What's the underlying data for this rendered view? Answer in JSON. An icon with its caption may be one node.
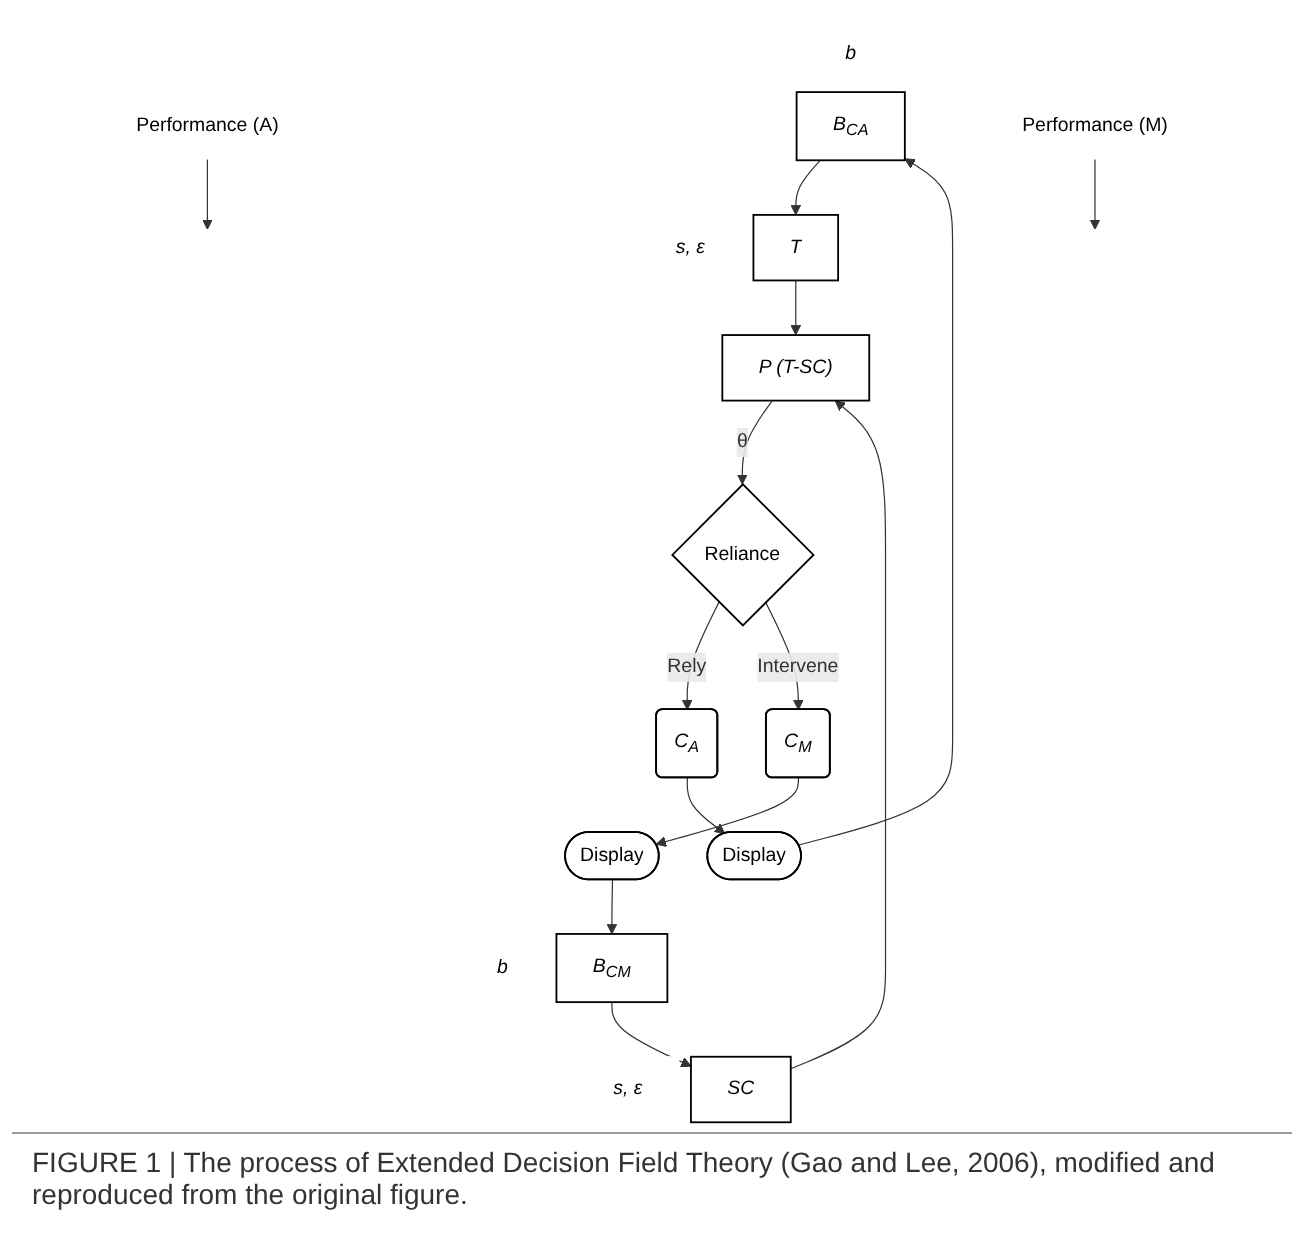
{
  "diagram": {
    "caption": "FIGURE 1 | The process of Extended Decision Field Theory (Gao and Lee, 2006), modified and reproduced from the original figure.",
    "nodes": [
      {
        "text": [
          "B$_{CA}$"
        ],
        "beside": [
          "b"
        ]
      },
      {
        "text": [
          "Display"
        ]
      },
      {
        "text": [
          "C$_{A}$"
        ]
      },
      {
        "text": [
          "T"
        ],
        "beside": [
          "s, ε"
        ]
      },
      {
        "text": [
          "P (T-SC)"
        ]
      },
      {
        "text": [
          "Reliance"
        ]
      },
      {
        "text": [
          "SC"
        ],
        "beside": [
          "s, ε"
        ]
      },
      {
        "text": [
          "B$_{CM}$"
        ],
        "beside": [
          "b"
        ]
      },
      {
        "text": [
          "Display"
        ]
      },
      {
        "text": [
          "C$_{M}$"
        ]
      },
      {
        "text": [
          "Performance (A)"
        ]
      },
      {
        "text": [
          "Performance (M)"
        ]
      }
    ],
    "edges": [
      {
        "from": 1,
        "to": 0,
        "arrow": "to"
      },
      {
        "from": 2,
        "to": 1,
        "arrow": "to"
      },
      {
        "from": 0,
        "to": 3,
        "arrow": "to"
      },
      {
        "from": 3,
        "to": 4,
        "arrow": "to"
      },
      {
        "from": 4,
        "to": 5,
        "arrow": "to",
        "label": "θ"
      },
      {
        "from": 5,
        "to": 2,
        "arrow": "to",
        "label": "Rely"
      },
      {
        "from": 5,
        "to": 9,
        "arrow": "to",
        "label": "Intervene"
      },
      {
        "from": 6,
        "to": 4,
        "arrow": "to"
      },
      {
        "from": 7,
        "to": 6,
        "arrow": "to"
      },
      {
        "from": 8,
        "to": 7,
        "arrow": "to"
      },
      {
        "from": 9,
        "to": 8,
        "arrow": "to"
      },
      {
        "from": 10,
        "to": null,
        "arrow": "to"
      },
      {
        "from": 11,
        "to": null,
        "arrow": "to"
      }
    ]
  }
}
